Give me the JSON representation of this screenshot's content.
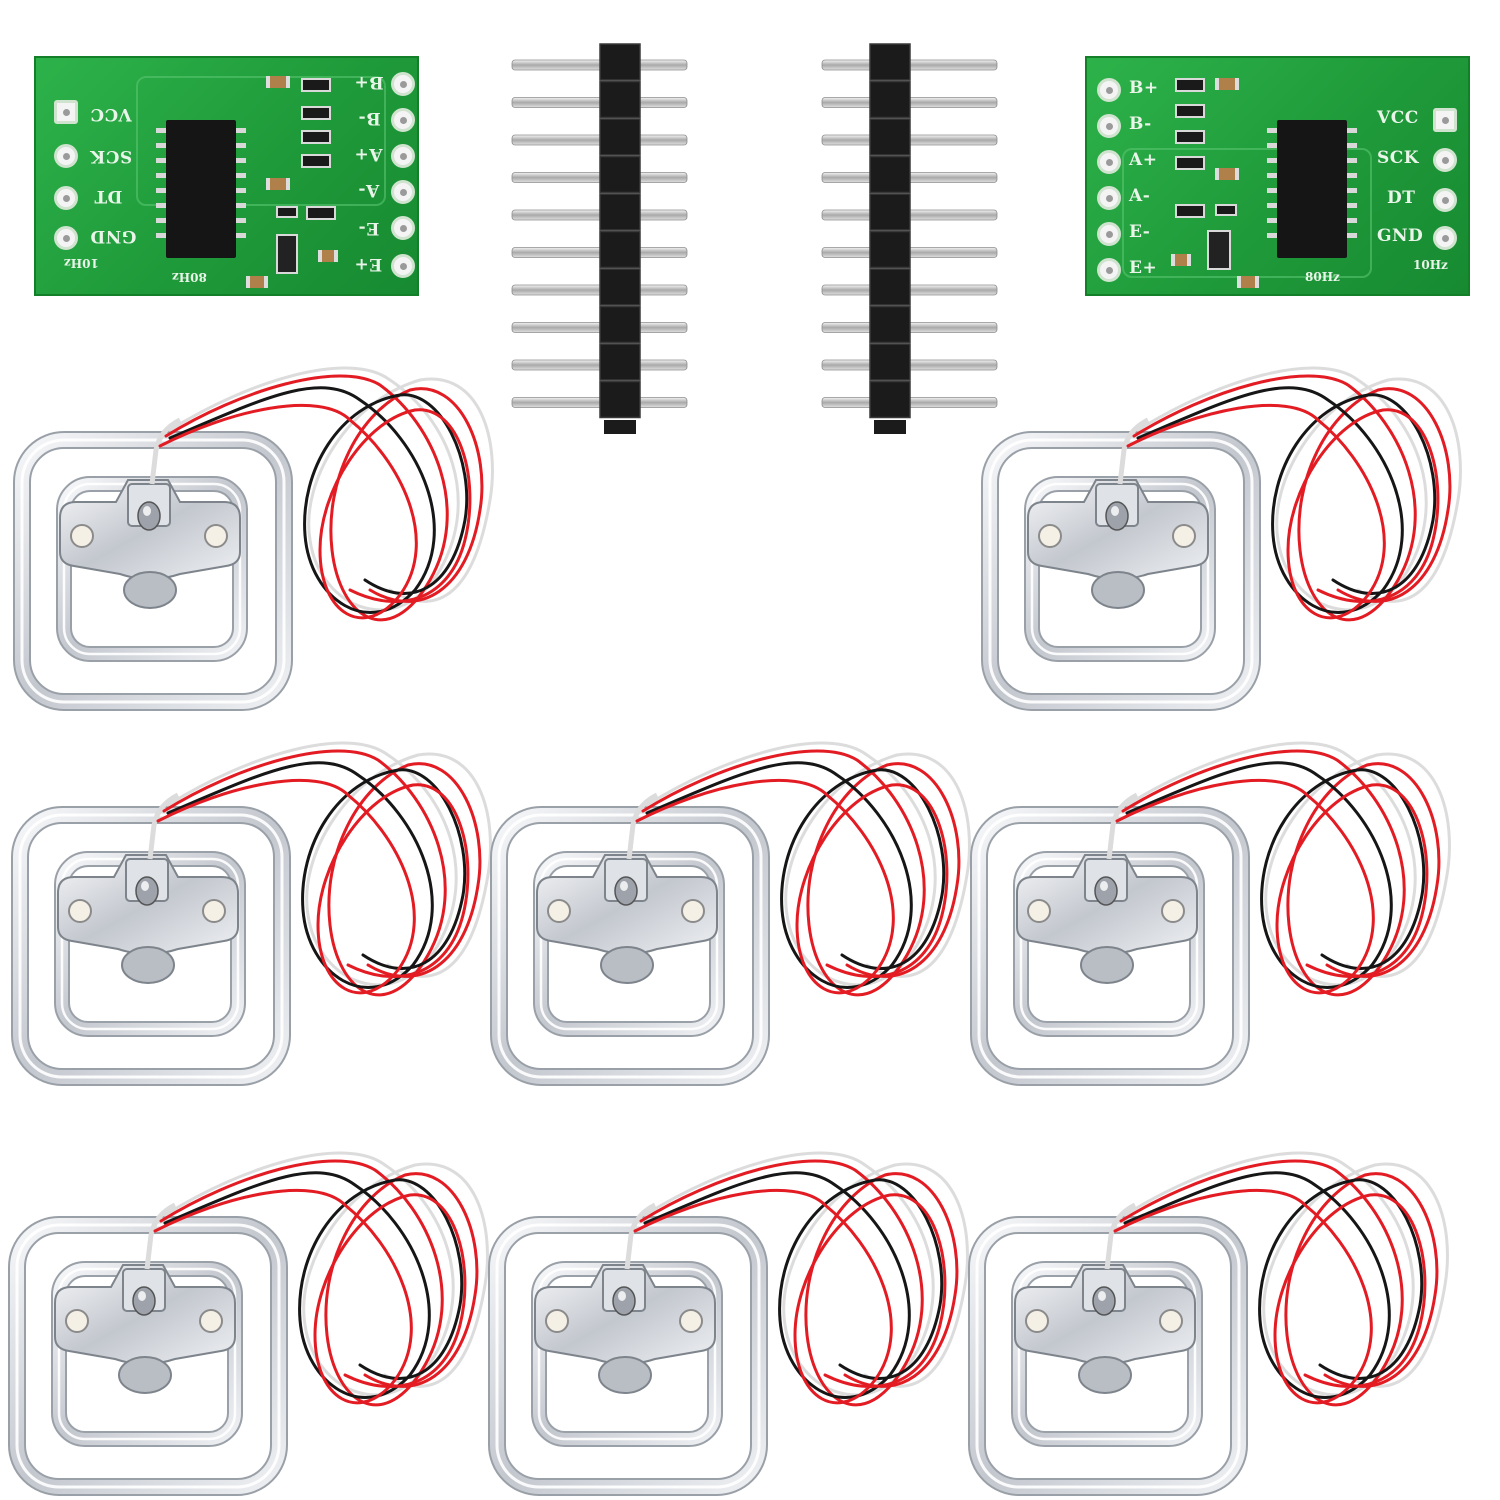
{
  "board_left": {
    "pin_labels": [
      "VCC",
      "SCK",
      "DT",
      "GND"
    ],
    "input_labels": [
      "B+",
      "B-",
      "A+",
      "A-",
      "E-",
      "E+"
    ],
    "rate_labels": [
      "10Hz",
      "80Hz"
    ]
  },
  "board_right": {
    "pin_labels": [
      "VCC",
      "SCK",
      "DT",
      "GND"
    ],
    "input_labels": [
      "B+",
      "B-",
      "A+",
      "A-",
      "E-",
      "E+"
    ],
    "rate_labels": [
      "80Hz",
      "10Hz"
    ]
  },
  "colors": {
    "pcb": "#1f9a3a",
    "wire_red": "#e31b23",
    "wire_black": "#161616",
    "wire_white": "#dcdcdc",
    "metal": "#c9ccd2"
  },
  "parts": {
    "hx711_boards": 2,
    "pin_headers": 2,
    "load_cells": 8
  }
}
